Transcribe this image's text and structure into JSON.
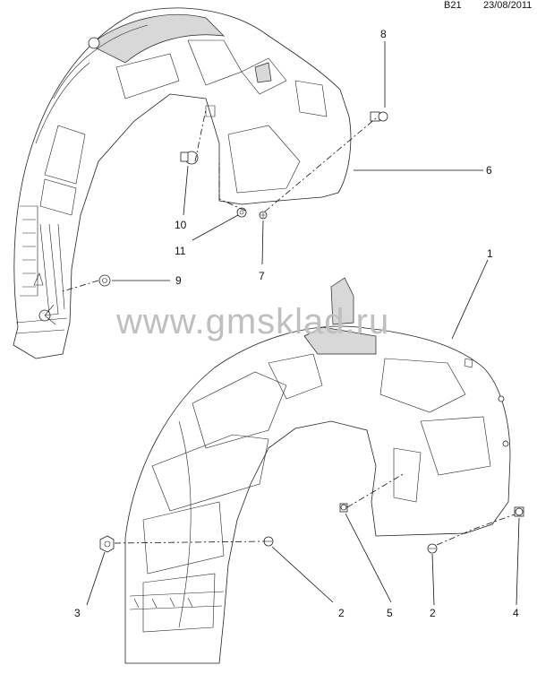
{
  "header": {
    "code": "B21",
    "date": "23/08/2011"
  },
  "watermark": "www.gmsklad.ru",
  "callouts": {
    "c8": "8",
    "c6": "6",
    "c10": "10",
    "c11": "11",
    "c7": "7",
    "c9": "9",
    "c1": "1",
    "c3": "3",
    "c2a": "2",
    "c5": "5",
    "c2b": "2",
    "c4": "4"
  }
}
